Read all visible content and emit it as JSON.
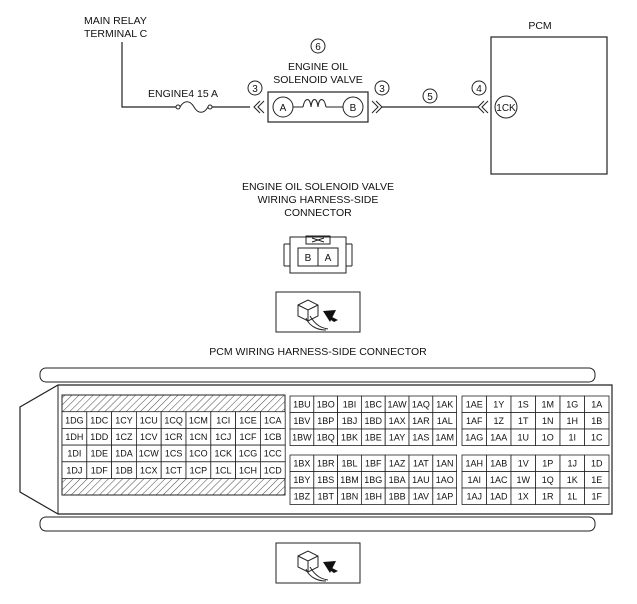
{
  "labels": {
    "main_relay": [
      "MAIN RELAY",
      "TERMINAL C"
    ],
    "pcm": "PCM",
    "fuse": "ENGINE4 15 A",
    "valve_num": "6",
    "valve_name": [
      "ENGINE OIL",
      "SOLENOID VALVE"
    ],
    "conn_num_left": "3",
    "conn_num_right": "3",
    "wire_num": "5",
    "pcm_conn_num": "4",
    "pin_a": "A",
    "pin_b": "B",
    "pcm_pin": "1CK",
    "valve_conn_title": [
      "ENGINE OIL SOLENOID VALVE",
      "WIRING HARNESS-SIDE",
      "CONNECTOR"
    ],
    "valve_conn_pins": [
      "B",
      "A"
    ],
    "pcm_conn_title": "PCM WIRING HARNESS-SIDE CONNECTOR"
  },
  "pcm_connector": {
    "left_block": [
      [
        "",
        "",
        "",
        "",
        "",
        "",
        "",
        "",
        ""
      ],
      [
        "1DG",
        "1DC",
        "1CY",
        "1CU",
        "1CQ",
        "1CM",
        "1CI",
        "1CE",
        "1CA"
      ],
      [
        "1DH",
        "1DD",
        "1CZ",
        "1CV",
        "1CR",
        "1CN",
        "1CJ",
        "1CF",
        "1CB"
      ],
      [
        "1DI",
        "1DE",
        "1DA",
        "1CW",
        "1CS",
        "1CO",
        "1CK",
        "1CG",
        "1CC"
      ],
      [
        "1DJ",
        "1DF",
        "1DB",
        "1CX",
        "1CT",
        "1CP",
        "1CL",
        "1CH",
        "1CD"
      ],
      [
        "",
        "",
        "",
        "",
        "",
        "",
        "",
        "",
        ""
      ]
    ],
    "mid_top": [
      [
        "1BU",
        "1BO",
        "1BI",
        "1BC",
        "1AW",
        "1AQ",
        "1AK"
      ],
      [
        "1BV",
        "1BP",
        "1BJ",
        "1BD",
        "1AX",
        "1AR",
        "1AL"
      ],
      [
        "1BW",
        "1BQ",
        "1BK",
        "1BE",
        "1AY",
        "1AS",
        "1AM"
      ]
    ],
    "mid_bottom": [
      [
        "1BX",
        "1BR",
        "1BL",
        "1BF",
        "1AZ",
        "1AT",
        "1AN"
      ],
      [
        "1BY",
        "1BS",
        "1BM",
        "1BG",
        "1BA",
        "1AU",
        "1AO"
      ],
      [
        "1BZ",
        "1BT",
        "1BN",
        "1BH",
        "1BB",
        "1AV",
        "1AP"
      ]
    ],
    "right_top": [
      [
        "1AE",
        "1Y",
        "1S",
        "1M",
        "1G",
        "1A"
      ],
      [
        "1AF",
        "1Z",
        "1T",
        "1N",
        "1H",
        "1B"
      ],
      [
        "1AG",
        "1AA",
        "1U",
        "1O",
        "1I",
        "1C"
      ]
    ],
    "right_bottom": [
      [
        "1AH",
        "1AB",
        "1V",
        "1P",
        "1J",
        "1D"
      ],
      [
        "1AI",
        "1AC",
        "1W",
        "1Q",
        "1K",
        "1E"
      ],
      [
        "1AJ",
        "1AD",
        "1X",
        "1R",
        "1L",
        "1F"
      ]
    ]
  }
}
